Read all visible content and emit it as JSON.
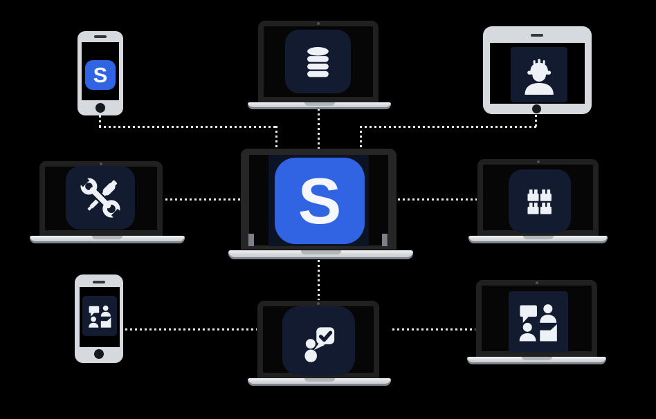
{
  "diagram": {
    "title": "connected devices network diagram",
    "background_color": "#000000",
    "connector_style": "dotted",
    "connector_color": "#e8e8e8",
    "brand": {
      "letter": "S",
      "blue": "#3164e3",
      "navy": "#121b30",
      "icon_white": "#eef2f7"
    },
    "nodes": [
      {
        "id": "smartphone-top-left",
        "device": "smartphone",
        "icon": "s-logo-app",
        "position": "top-left"
      },
      {
        "id": "laptop-top-center",
        "device": "laptop",
        "icon": "database",
        "position": "top-center"
      },
      {
        "id": "tablet-top-right",
        "device": "tablet",
        "icon": "construction-worker",
        "position": "top-right"
      },
      {
        "id": "laptop-middle-left",
        "device": "laptop",
        "icon": "wrench-screwdriver",
        "position": "middle-left"
      },
      {
        "id": "laptop-hub-center",
        "device": "laptop",
        "icon": "s-logo-app",
        "position": "center"
      },
      {
        "id": "laptop-middle-right",
        "device": "laptop",
        "icon": "stacked-boxes",
        "position": "middle-right"
      },
      {
        "id": "smartphone-bottom-left",
        "device": "smartphone",
        "icon": "team-discussion",
        "position": "bottom-left"
      },
      {
        "id": "laptop-bottom-center",
        "device": "laptop",
        "icon": "person-check-message",
        "position": "bottom-center"
      },
      {
        "id": "laptop-bottom-right",
        "device": "laptop",
        "icon": "team-discussion",
        "position": "bottom-right"
      }
    ],
    "connections": [
      {
        "from": "smartphone-top-left",
        "to": "laptop-hub-center"
      },
      {
        "from": "laptop-top-center",
        "to": "laptop-hub-center"
      },
      {
        "from": "tablet-top-right",
        "to": "laptop-hub-center"
      },
      {
        "from": "laptop-middle-left",
        "to": "laptop-hub-center"
      },
      {
        "from": "laptop-middle-right",
        "to": "laptop-hub-center"
      },
      {
        "from": "laptop-bottom-center",
        "to": "laptop-hub-center"
      },
      {
        "from": "smartphone-bottom-left",
        "to": "laptop-bottom-center"
      },
      {
        "from": "laptop-bottom-right",
        "to": "laptop-bottom-center"
      }
    ]
  }
}
